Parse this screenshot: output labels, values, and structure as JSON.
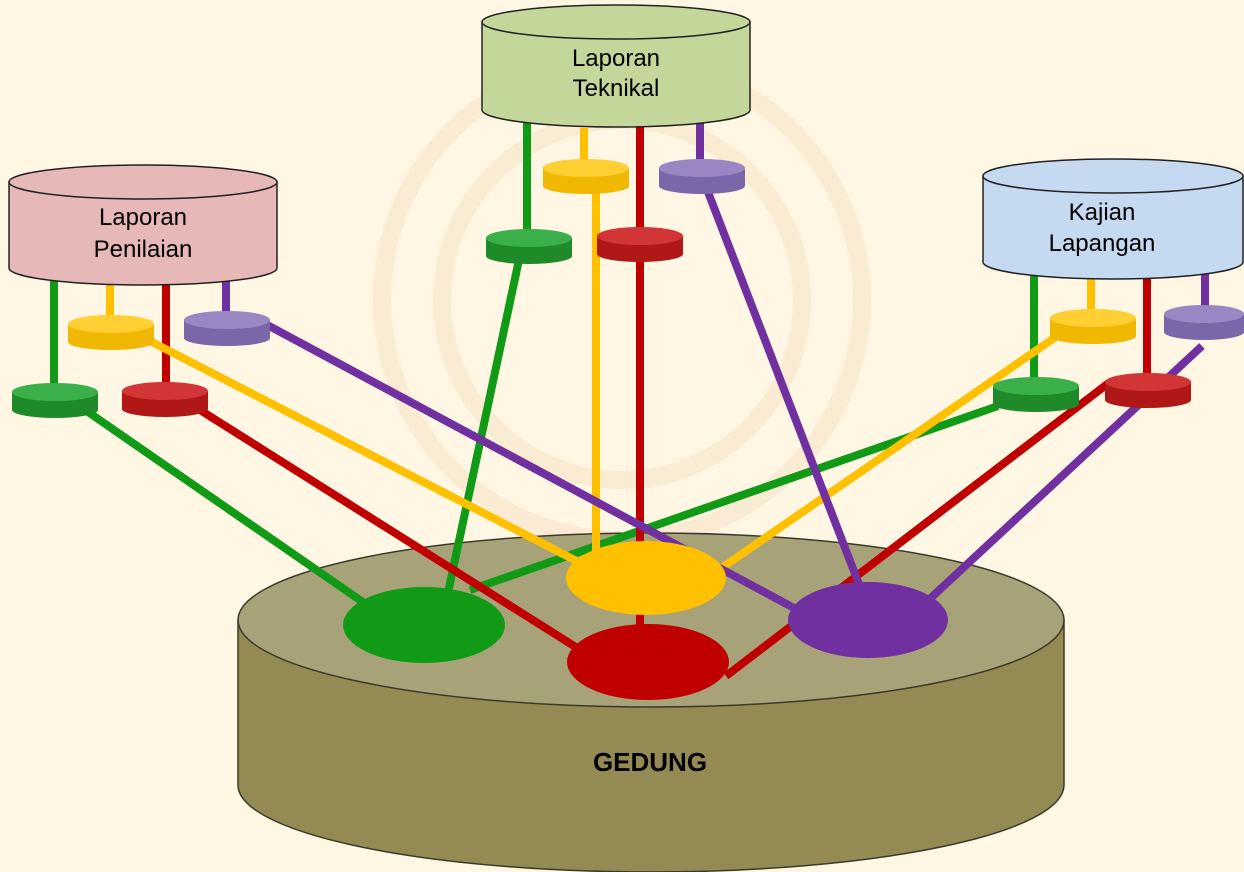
{
  "colors": {
    "background": "#fff7e4",
    "green": "#109a16",
    "yellow": "#ffc000",
    "red": "#c00000",
    "purple": "#7030a0",
    "gedung": "#948a54",
    "gedung_top": "#a8a278"
  },
  "nodes": {
    "teknikal": {
      "line1": "Laporan",
      "line2": "Teknikal",
      "color": "#c4d79b"
    },
    "penilaian": {
      "line1": "Laporan",
      "line2": "Penilaian",
      "color": "#e6b8b7"
    },
    "lapangan": {
      "line1": "Kajian",
      "line2": "Lapangan",
      "color": "#c5d9f1"
    },
    "gedung": {
      "label": "GEDUNG"
    }
  }
}
